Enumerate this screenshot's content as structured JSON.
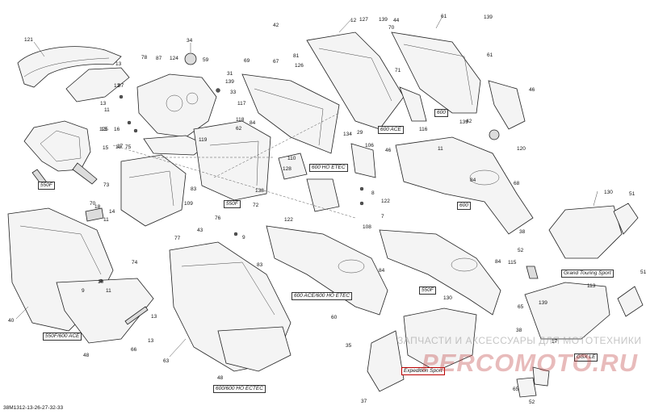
{
  "diagram_id": "38M1312-13-26-27-32-33",
  "watermark": {
    "line1": "ЗАПЧАСТИ И АКСЕССУАРЫ ДЛЯ МОТОТЕХНИКИ",
    "logo": "PERCOMOTO.RU"
  },
  "variant_tags": [
    "550F",
    "600 ACE",
    "600",
    "600 HO ETEC",
    "550F",
    "600",
    "600 ACE/600 HO ETEC",
    "550F",
    "550F/600 ACE",
    "600/600 HO ECTEC",
    "Grand Touring Sport",
    "Expedition Sport",
    "GSX LE"
  ],
  "callouts": [
    "121",
    "13",
    "78",
    "34",
    "59",
    "87",
    "124",
    "97",
    "12",
    "13",
    "11",
    "16",
    "13",
    "15",
    "17",
    "125",
    "75",
    "13",
    "119",
    "31",
    "139",
    "33",
    "117",
    "118",
    "62",
    "69",
    "67",
    "42",
    "81",
    "127",
    "126",
    "12",
    "139",
    "70",
    "71",
    "44",
    "61",
    "42",
    "139",
    "61",
    "46",
    "106",
    "134",
    "29",
    "84",
    "116",
    "139",
    "120",
    "46",
    "11",
    "68",
    "84",
    "110",
    "128",
    "73",
    "83",
    "109",
    "76",
    "72",
    "138",
    "122",
    "8",
    "122",
    "7",
    "108",
    "14",
    "70",
    "18",
    "11",
    "77",
    "74",
    "40",
    "9",
    "10",
    "11",
    "13",
    "48",
    "66",
    "43",
    "9",
    "13",
    "83",
    "60",
    "84",
    "84",
    "115",
    "130",
    "51",
    "38",
    "52",
    "65",
    "113",
    "139",
    "38",
    "17",
    "51",
    "65",
    "37",
    "52",
    "35",
    "130",
    "63",
    "48"
  ]
}
